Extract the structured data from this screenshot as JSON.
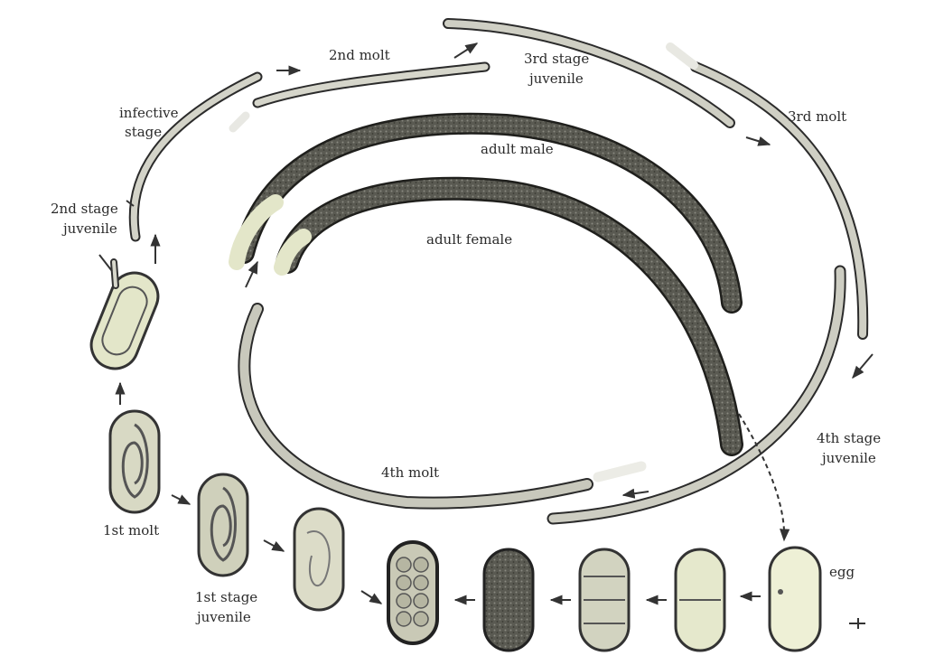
{
  "labels": {
    "second_molt": "2nd molt",
    "third_stage_a": "3rd stage",
    "third_stage_b": "juvenile",
    "third_molt": "3rd molt",
    "infective_a": "infective",
    "infective_b": "stage",
    "adult_male": "adult male",
    "adult_female": "adult female",
    "second_stage_a": "2nd stage",
    "second_stage_b": "juvenile",
    "fourth_molt": "4th molt",
    "fourth_stage_a": "4th stage",
    "fourth_stage_b": "juvenile",
    "first_molt": "1st molt",
    "first_stage_a": "1st stage",
    "first_stage_b": "juvenile",
    "egg": "egg"
  },
  "colors": {
    "outline": "#2b2b2b",
    "body_fill": "#cfcfc4",
    "body_dark": "#6a6a62",
    "egg_fill": "#e3e6c9",
    "egg_shell": "#444444",
    "arrow": "#333333"
  }
}
